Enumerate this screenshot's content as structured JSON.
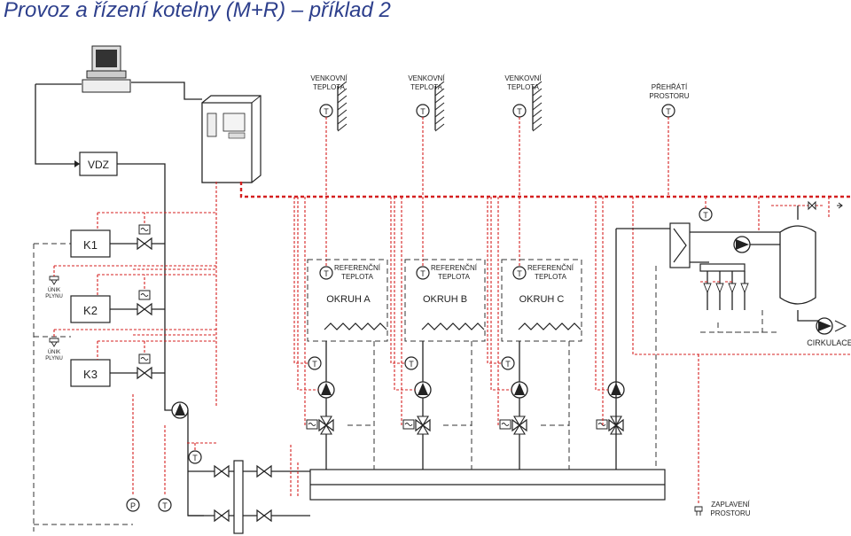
{
  "title": "Provoz a řízení kotelny  (M+R) – příklad 2",
  "sensor_letter": "T",
  "pressure_letter": "P",
  "outdoor_sensors": [
    {
      "line1": "VENKOVNÍ",
      "line2": "TEPLOTA"
    },
    {
      "line1": "VENKOVNÍ",
      "line2": "TEPLOTA"
    },
    {
      "line1": "VENKOVNÍ",
      "line2": "TEPLOTA"
    }
  ],
  "room_overheat": {
    "line1": "PŘEHŘÁTÍ",
    "line2": "PROSTORU"
  },
  "vdz_label": "VDZ",
  "boilers": [
    "K1",
    "K2",
    "K3"
  ],
  "gas_leak": [
    {
      "line1": "ÚNIK",
      "line2": "PLYNU"
    },
    {
      "line1": "ÚNIK",
      "line2": "PLYNU"
    }
  ],
  "circuits": [
    {
      "ref1": "REFERENČNÍ",
      "ref2": "TEPLOTA",
      "name": "OKRUH A"
    },
    {
      "ref1": "REFERENČNÍ",
      "ref2": "TEPLOTA",
      "name": "OKRUH B"
    },
    {
      "ref1": "REFERENČNÍ",
      "ref2": "TEPLOTA",
      "name": "OKRUH C"
    }
  ],
  "circulation_label": "CIRKULACE",
  "flooding": {
    "line1": "ZAPLAVENÍ",
    "line2": "PROSTORU"
  },
  "colors": {
    "title": "#2d3f8c",
    "signal": "#d42020",
    "line": "#222222"
  }
}
